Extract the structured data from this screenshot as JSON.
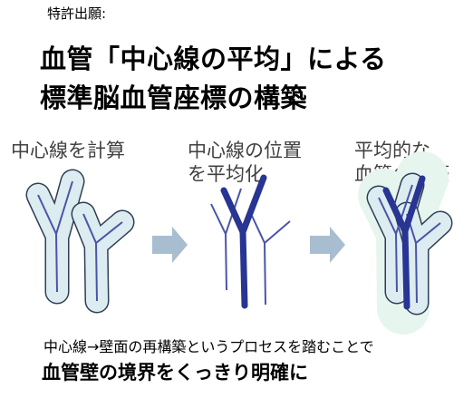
{
  "header": {
    "patent_label": "特許出願:",
    "title_line1": "血管「中心線の平均」による",
    "title_line2": "標準脳血管座標の構築"
  },
  "steps": [
    {
      "lines": [
        "中心線を計算"
      ]
    },
    {
      "lines": [
        "中心線の位置",
        "を平均化"
      ]
    },
    {
      "lines": [
        "平均的な",
        "血管の構築"
      ]
    }
  ],
  "footer": {
    "note": "中心線→壁面の再構築というプロセスを踏むことで",
    "conclusion": "血管壁の境界をくっきり明確に"
  },
  "colors": {
    "vessel_fill": "#dcecf0",
    "vessel_outline": "#2f3f55",
    "centerline": "#4a55a8",
    "mean_centerline": "#283593",
    "arrow": "#a9bdd0",
    "glow": "#e6f5ee"
  },
  "icons": [
    "right-arrow-icon",
    "right-arrow-icon"
  ]
}
